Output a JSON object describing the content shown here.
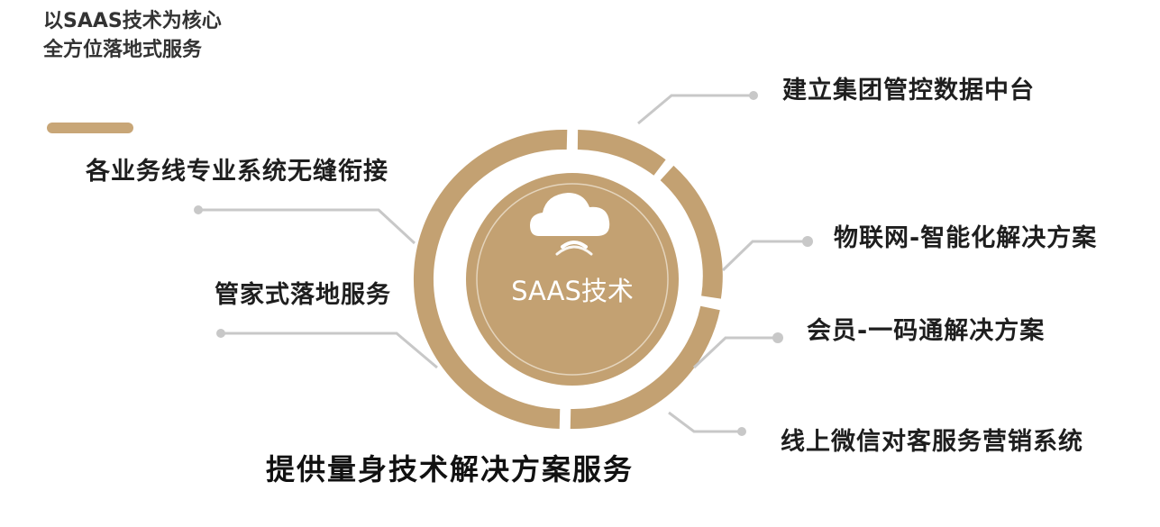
{
  "header": {
    "line1": "以SAAS技术为核心",
    "line2": "全方位落地式服务"
  },
  "center": {
    "label": "SAAS技术",
    "icon": "cloud-wifi-icon"
  },
  "left_items": [
    "各业务线专业系统无缝衔接",
    "管家式落地服务"
  ],
  "right_items": [
    "建立集团管控数据中台",
    "物联网-智能化解决方案",
    "会员-一码通解决方案",
    "线上微信对客服务营销系统"
  ],
  "footer": {
    "title": "提供量身技术解决方案服务"
  },
  "colors": {
    "accent": "#c8a677",
    "ring": "#c3a172",
    "connector": "#c8c8c8",
    "text": "#1e1e1e"
  }
}
